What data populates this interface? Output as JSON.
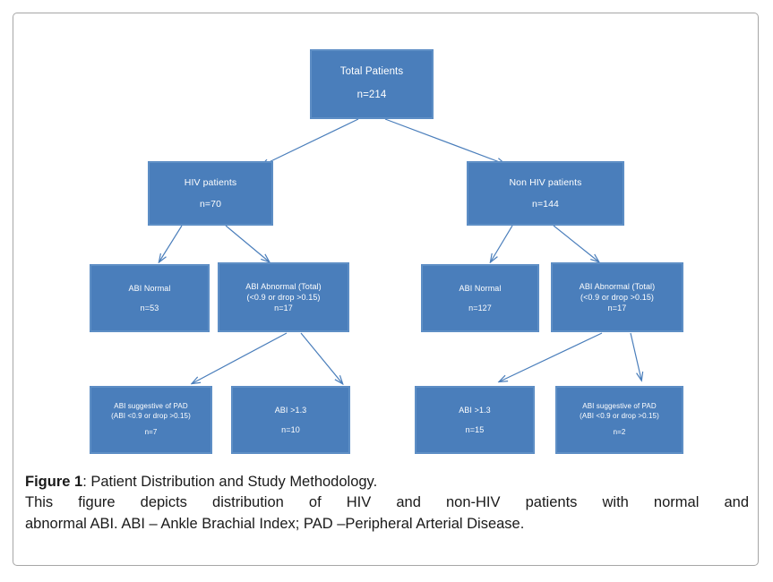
{
  "figure": {
    "frame_border_color": "#a6a6a6",
    "node_fill_color": "#4a7ebb",
    "arrow_color": "#4a7ebb",
    "text_color": "#ffffff"
  },
  "nodes": {
    "total": {
      "line1": "Total Patients",
      "line2": "n=214"
    },
    "hiv": {
      "line1": "HIV patients",
      "line2": "n=70"
    },
    "nonhiv": {
      "line1": "Non HIV patients",
      "line2": "n=144"
    },
    "hiv_normal": {
      "line1": "ABI Normal",
      "line2": "n=53"
    },
    "hiv_abnormal": {
      "line1": "ABI Abnormal (Total)",
      "line2": "(<0.9 or drop >0.15)",
      "line3": "n=17"
    },
    "nonhiv_normal": {
      "line1": "ABI Normal",
      "line2": "n=127"
    },
    "nonhiv_abnormal": {
      "line1": "ABI Abnormal (Total)",
      "line2": "(<0.9 or drop >0.15)",
      "line3": "n=17"
    },
    "hiv_pad": {
      "line1": "ABI suggestive of PAD",
      "line2": "(ABI <0.9 or drop >0.15)",
      "line3": "n=7"
    },
    "hiv_high": {
      "line1": "ABI  >1.3",
      "line2": "n=10"
    },
    "nonhiv_high": {
      "line1": "ABI >1.3",
      "line2": "n=15"
    },
    "nonhiv_pad": {
      "line1": "ABI suggestive of PAD",
      "line2": "(ABI <0.9 or drop >0.15)",
      "line3": "n=2"
    }
  },
  "caption": {
    "label": "Figure 1",
    "title": ": Patient Distribution and Study Methodology.",
    "body_line1": "This figure depicts distribution of HIV and non-HIV patients with normal and",
    "body_line2": "abnormal ABI. ABI – Ankle Brachial Index; PAD –Peripheral Arterial Disease."
  },
  "chart_data": {
    "type": "diagram",
    "title": "Patient Distribution and Study Methodology",
    "diagram_kind": "flowchart-tree",
    "levels": 4,
    "nodes": [
      {
        "id": "total",
        "label": "Total Patients",
        "n": 214,
        "level": 0
      },
      {
        "id": "hiv",
        "label": "HIV patients",
        "n": 70,
        "level": 1
      },
      {
        "id": "nonhiv",
        "label": "Non HIV patients",
        "n": 144,
        "level": 1
      },
      {
        "id": "hiv_normal",
        "label": "ABI Normal",
        "n": 53,
        "level": 2
      },
      {
        "id": "hiv_abnormal",
        "label": "ABI Abnormal (Total) (<0.9 or drop >0.15)",
        "n": 17,
        "level": 2
      },
      {
        "id": "nonhiv_normal",
        "label": "ABI Normal",
        "n": 127,
        "level": 2
      },
      {
        "id": "nonhiv_abnormal",
        "label": "ABI Abnormal (Total) (<0.9 or drop >0.15)",
        "n": 17,
        "level": 2
      },
      {
        "id": "hiv_pad",
        "label": "ABI suggestive of PAD (ABI <0.9 or drop >0.15)",
        "n": 7,
        "level": 3
      },
      {
        "id": "hiv_high",
        "label": "ABI >1.3",
        "n": 10,
        "level": 3
      },
      {
        "id": "nonhiv_high",
        "label": "ABI >1.3",
        "n": 15,
        "level": 3
      },
      {
        "id": "nonhiv_pad",
        "label": "ABI suggestive of PAD (ABI <0.9 or drop >0.15)",
        "n": 2,
        "level": 3
      }
    ],
    "edges": [
      {
        "from": "total",
        "to": "hiv"
      },
      {
        "from": "total",
        "to": "nonhiv"
      },
      {
        "from": "hiv",
        "to": "hiv_normal"
      },
      {
        "from": "hiv",
        "to": "hiv_abnormal"
      },
      {
        "from": "nonhiv",
        "to": "nonhiv_normal"
      },
      {
        "from": "nonhiv",
        "to": "nonhiv_abnormal"
      },
      {
        "from": "hiv_abnormal",
        "to": "hiv_pad"
      },
      {
        "from": "hiv_abnormal",
        "to": "hiv_high"
      },
      {
        "from": "nonhiv_abnormal",
        "to": "nonhiv_high"
      },
      {
        "from": "nonhiv_abnormal",
        "to": "nonhiv_pad"
      }
    ]
  }
}
